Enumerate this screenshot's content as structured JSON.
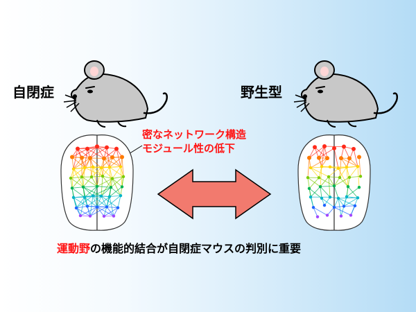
{
  "labels": {
    "left": "自閉症",
    "right": "野生型"
  },
  "annotation": {
    "line1": "密なネットワーク構造",
    "line2": "モジュール性の低下"
  },
  "caption": {
    "highlight": "運動野",
    "rest": "の機能的結合が自閉症マウスの判別に重要"
  },
  "colors": {
    "highlight_text": "#ff1414",
    "arrow_fill": "#f27a6e",
    "mouse_fill": "#c8c8c8",
    "brain_fill": "#ffffff"
  },
  "icons": {
    "mouse": "mouse-icon",
    "brain": "brain-network-icon",
    "arrow": "double-arrow-icon"
  }
}
